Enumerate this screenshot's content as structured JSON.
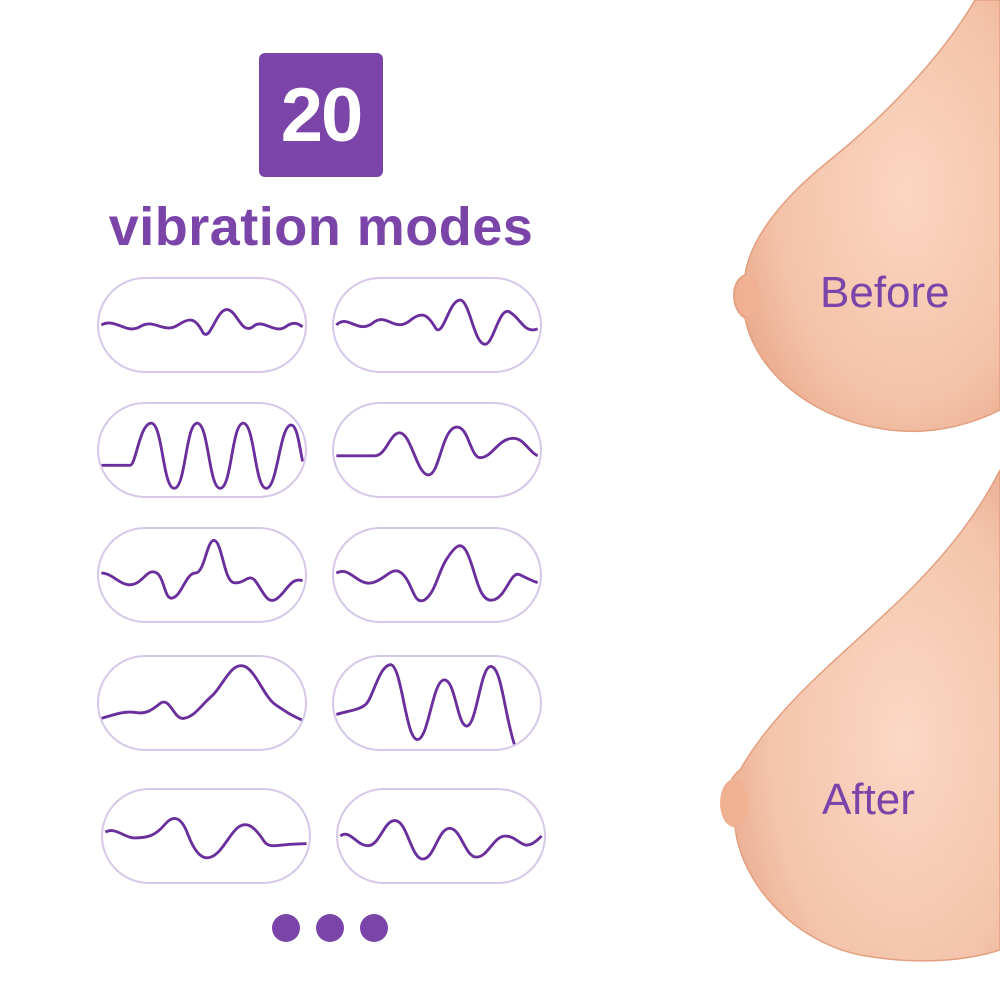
{
  "badge": {
    "number": "20"
  },
  "headline": "vibration modes",
  "modes": [
    {
      "pattern": "gentle-wave"
    },
    {
      "pattern": "rising-wave"
    },
    {
      "pattern": "strong-pulse"
    },
    {
      "pattern": "soft-pulse"
    },
    {
      "pattern": "peak-wave"
    },
    {
      "pattern": "peak-wave-2"
    },
    {
      "pattern": "slow-rise"
    },
    {
      "pattern": "sharp-pulse"
    },
    {
      "pattern": "flat-wave"
    },
    {
      "pattern": "ripple-wave"
    }
  ],
  "more_indicator": "three-dots",
  "comparison": {
    "before_label": "Before",
    "after_label": "After"
  },
  "colors": {
    "accent": "#7a44a9",
    "pill_border": "#d6c8e8",
    "skin": "#f5c9b2"
  }
}
